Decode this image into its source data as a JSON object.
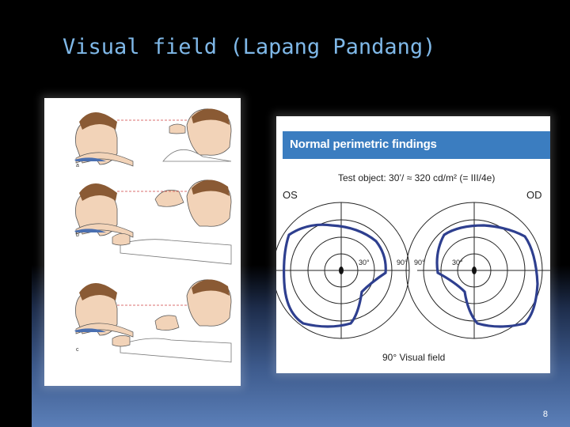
{
  "slide": {
    "title": "Visual field (Lapang Pandang)",
    "page_number": "8"
  },
  "illustration": {
    "panel_labels": [
      "a",
      "b",
      "c"
    ]
  },
  "figure": {
    "header": "Normal perimetric findings",
    "test_object": "Test object: 30’/ ≈ 320 cd/m² (= III/4e)",
    "left_eye": "OS",
    "right_eye": "OD",
    "left_30": "30°",
    "left_90": "90°",
    "right_90": "90°",
    "right_30": "30°",
    "caption": "90° Visual field"
  },
  "colors": {
    "title": "#7fb8e8",
    "figure_header": "#3b7dc0",
    "field_boundary": "#2e3f8f"
  }
}
